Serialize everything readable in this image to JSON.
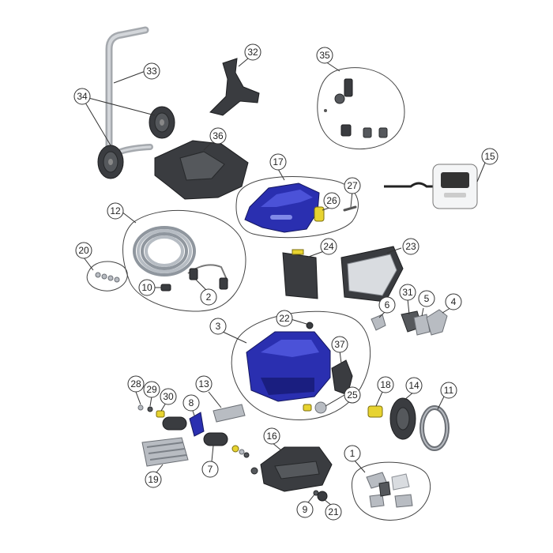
{
  "callouts": [
    {
      "id": "1",
      "label": "1"
    },
    {
      "id": "2",
      "label": "2"
    },
    {
      "id": "3",
      "label": "3"
    },
    {
      "id": "4",
      "label": "4"
    },
    {
      "id": "5",
      "label": "5"
    },
    {
      "id": "6",
      "label": "6"
    },
    {
      "id": "7",
      "label": "7"
    },
    {
      "id": "8",
      "label": "8"
    },
    {
      "id": "9",
      "label": "9"
    },
    {
      "id": "10",
      "label": "10"
    },
    {
      "id": "11",
      "label": "11"
    },
    {
      "id": "12",
      "label": "12"
    },
    {
      "id": "13",
      "label": "13"
    },
    {
      "id": "14",
      "label": "14"
    },
    {
      "id": "15",
      "label": "15"
    },
    {
      "id": "16",
      "label": "16"
    },
    {
      "id": "17",
      "label": "17"
    },
    {
      "id": "18",
      "label": "18"
    },
    {
      "id": "19",
      "label": "19"
    },
    {
      "id": "20",
      "label": "20"
    },
    {
      "id": "21",
      "label": "21"
    },
    {
      "id": "22",
      "label": "22"
    },
    {
      "id": "23",
      "label": "23"
    },
    {
      "id": "24",
      "label": "24"
    },
    {
      "id": "25",
      "label": "25"
    },
    {
      "id": "26",
      "label": "26"
    },
    {
      "id": "27",
      "label": "27"
    },
    {
      "id": "28",
      "label": "28"
    },
    {
      "id": "29",
      "label": "29"
    },
    {
      "id": "30",
      "label": "30"
    },
    {
      "id": "31",
      "label": "31"
    },
    {
      "id": "32",
      "label": "32"
    },
    {
      "id": "33",
      "label": "33"
    },
    {
      "id": "34",
      "label": "34"
    },
    {
      "id": "35",
      "label": "35"
    },
    {
      "id": "36",
      "label": "36"
    },
    {
      "id": "37",
      "label": "37"
    }
  ],
  "colors": {
    "body_blue": "#2a2fb0",
    "dark_part": "#3a3c40",
    "yellow_part": "#e7d330",
    "grey_part": "#b8bcc2"
  }
}
